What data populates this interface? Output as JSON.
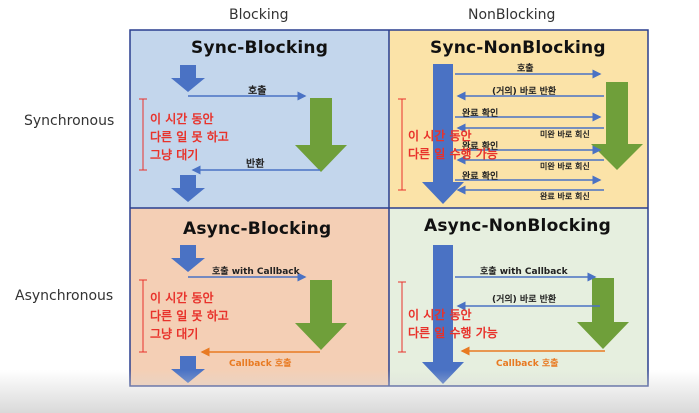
{
  "headers": {
    "blocking": "Blocking",
    "nonblocking": "NonBlocking",
    "synchronous": "Synchronous",
    "asynchronous": "Asynchronous"
  },
  "quadrants": {
    "sync_blocking": {
      "title": "Sync-Blocking",
      "color": "#c3d6ec",
      "call": "호출",
      "return": "반환",
      "note": "이 시간 동안\n다른 일 못 하고\n그냥 대기"
    },
    "sync_nonblocking": {
      "title": "Sync-NonBlocking",
      "color": "#fbe3a8",
      "call": "호출",
      "immediate_return": "(거의) 바로 반환",
      "check1": "완료 확인",
      "check2": "완료 확인",
      "check3": "완료 확인",
      "reply1": "미완 바로 회신",
      "reply2": "미완 바로 회신",
      "reply3": "완료 바로 회신",
      "note": "이 시간 동안\n다른 일 수행 가능"
    },
    "async_blocking": {
      "title": "Async-Blocking",
      "color": "#f4cfb5",
      "call": "호출 with Callback",
      "callback": "Callback 호출",
      "note": "이 시간 동안\n다른 일 못 하고\n그냥 대기"
    },
    "async_nonblocking": {
      "title": "Async-NonBlocking",
      "color": "#e6efdf",
      "call": "호출 with Callback",
      "immediate_return": "(거의) 바로 반환",
      "callback": "Callback 호출",
      "note": "이 시간 동안\n다른 일 수행 가능"
    }
  },
  "colors": {
    "blue_arrow": "#4a72c4",
    "green_arrow": "#6f9f3a",
    "red_text": "#e8322b",
    "orange_text": "#e87a22",
    "grid_border": "#2a3f8f"
  }
}
